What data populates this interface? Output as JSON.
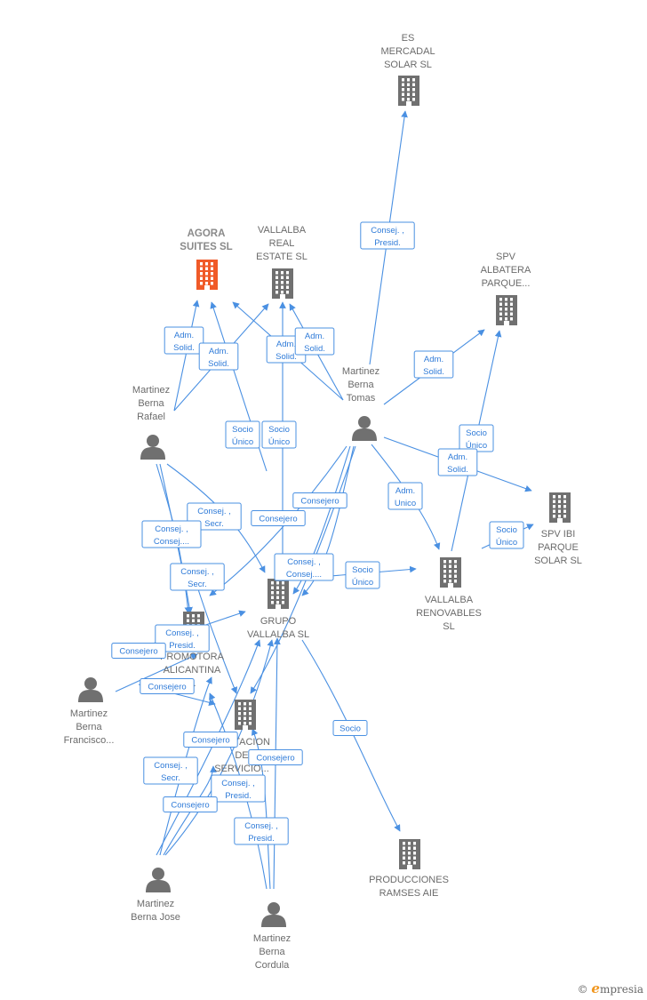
{
  "colors": {
    "edge": "#4a90e2",
    "node": "#707070",
    "highlight": "#f05a28"
  },
  "nodes": [
    {
      "id": "es_mercadal",
      "type": "company",
      "lines": [
        "ES",
        "MERCADAL",
        "SOLAR  SL"
      ],
      "icon": "building-icon"
    },
    {
      "id": "agora",
      "type": "company",
      "highlight": true,
      "lines": [
        "AGORA",
        "SUITES  SL"
      ],
      "icon": "building-icon"
    },
    {
      "id": "vallalba_real",
      "type": "company",
      "lines": [
        "VALLALBA",
        "REAL",
        "ESTATE  SL"
      ],
      "icon": "building-icon"
    },
    {
      "id": "spv_albatera",
      "type": "company",
      "lines": [
        "SPV",
        "ALBATERA",
        "PARQUE..."
      ],
      "icon": "building-icon"
    },
    {
      "id": "spv_ibi",
      "type": "company",
      "lines": [
        "SPV IBI",
        "PARQUE",
        "SOLAR  SL"
      ],
      "icon": "building-icon"
    },
    {
      "id": "vallalba_renov",
      "type": "company",
      "lines": [
        "VALLALBA",
        "RENOVABLES",
        "SL"
      ],
      "icon": "building-icon"
    },
    {
      "id": "grupo_vallalba",
      "type": "company",
      "lines": [
        "GRUPO",
        "VALLALBA  SL"
      ],
      "icon": "building-icon"
    },
    {
      "id": "promotora",
      "type": "company",
      "lines": [
        "PROMOTORA",
        "ALICANTINA",
        "..."
      ],
      "icon": "building-icon"
    },
    {
      "id": "gestion",
      "type": "company",
      "lines": [
        "GESTACION",
        "DE",
        "SERVICIO..."
      ],
      "icon": "building-icon"
    },
    {
      "id": "producciones",
      "type": "company",
      "lines": [
        "PRODUCCIONES",
        "RAMSES AIE"
      ],
      "icon": "building-icon"
    },
    {
      "id": "rafael",
      "type": "person",
      "lines": [
        "Martinez",
        "Berna",
        "Rafael"
      ],
      "icon": "person-icon"
    },
    {
      "id": "tomas",
      "type": "person",
      "lines": [
        "Martinez",
        "Berna",
        "Tomas"
      ],
      "icon": "person-icon"
    },
    {
      "id": "francisco",
      "type": "person",
      "lines": [
        "Martinez",
        "Berna",
        "Francisco..."
      ],
      "icon": "person-icon"
    },
    {
      "id": "jose",
      "type": "person",
      "lines": [
        "Martinez",
        "Berna Jose"
      ],
      "icon": "person-icon"
    },
    {
      "id": "cordula",
      "type": "person",
      "lines": [
        "Martinez",
        "Berna",
        "Cordula"
      ],
      "icon": "person-icon"
    }
  ],
  "edge_labels": [
    {
      "id": "l1",
      "lines": [
        "Consej. ,",
        "Presid."
      ]
    },
    {
      "id": "l2",
      "lines": [
        "Adm.",
        "Solid."
      ]
    },
    {
      "id": "l3",
      "lines": [
        "Adm.",
        "Solid."
      ]
    },
    {
      "id": "l4",
      "lines": [
        "Adm.",
        "Solid."
      ]
    },
    {
      "id": "l5",
      "lines": [
        "Adm.",
        "Solid."
      ]
    },
    {
      "id": "l6",
      "lines": [
        "Adm.",
        "Solid."
      ]
    },
    {
      "id": "l7",
      "lines": [
        "Socio",
        "Único"
      ]
    },
    {
      "id": "l8",
      "lines": [
        "Socio",
        "Único"
      ]
    },
    {
      "id": "l9",
      "lines": [
        "Socio",
        "Único"
      ]
    },
    {
      "id": "l10",
      "lines": [
        "Adm.",
        "Solid."
      ]
    },
    {
      "id": "l11",
      "lines": [
        "Consej. ,",
        "Secr."
      ]
    },
    {
      "id": "l12",
      "lines": [
        "Consejero"
      ]
    },
    {
      "id": "l13",
      "lines": [
        "Consejero"
      ]
    },
    {
      "id": "l14",
      "lines": [
        "Adm.",
        "Unico"
      ]
    },
    {
      "id": "l15",
      "lines": [
        "Socio",
        "Único"
      ]
    },
    {
      "id": "l16",
      "lines": [
        "Consej. ,",
        "Consej...."
      ]
    },
    {
      "id": "l17",
      "lines": [
        "Consej. ,",
        "Consej...."
      ]
    },
    {
      "id": "l18",
      "lines": [
        "Socio",
        "Único"
      ]
    },
    {
      "id": "l19",
      "lines": [
        "Consej. ,",
        "Secr."
      ]
    },
    {
      "id": "l20",
      "lines": [
        "Consej. ,",
        "Presid."
      ]
    },
    {
      "id": "l21",
      "lines": [
        "Consejero"
      ]
    },
    {
      "id": "l22",
      "lines": [
        "Consejero"
      ]
    },
    {
      "id": "l23",
      "lines": [
        "Consejero"
      ]
    },
    {
      "id": "l24",
      "lines": [
        "Consejero"
      ]
    },
    {
      "id": "l25",
      "lines": [
        "Consej. ,",
        "Secr."
      ]
    },
    {
      "id": "l26",
      "lines": [
        "Consej. ,",
        "Presid."
      ]
    },
    {
      "id": "l27",
      "lines": [
        "Consejero"
      ]
    },
    {
      "id": "l28",
      "lines": [
        "Consej. ,",
        "Presid."
      ]
    },
    {
      "id": "l29",
      "lines": [
        "Socio"
      ]
    }
  ],
  "brand": {
    "symbol": "©",
    "initial": "e",
    "rest": "mpresia"
  }
}
